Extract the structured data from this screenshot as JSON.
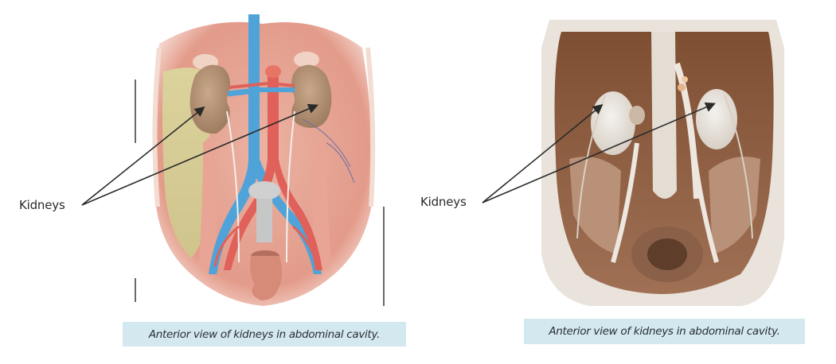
{
  "figures": [
    {
      "id": "illustration",
      "label": "Kidneys",
      "caption": "Anterior view of kidneys in abdominal cavity.",
      "image_description": "Medical illustration, anterior view of abdominal cavity showing kidneys, aorta, inferior vena cava and renal vessels",
      "colors": {
        "vein": "#4fa3d9",
        "artery": "#e0605a",
        "kidney": "#b89677",
        "muscle": "#e6a697",
        "fat": "#d6cc98"
      }
    },
    {
      "id": "cadaver-photo",
      "label": "Kidneys",
      "caption": "Anterior view of kidneys in abdominal cavity.",
      "image_description": "Cadaveric dissection photograph, anterior view of abdominal cavity showing kidneys",
      "colors": {
        "tissue": "#8a5b3c",
        "fascia": "#e8e2da",
        "kidney": "#ece7e1"
      }
    }
  ],
  "theme": {
    "caption_bg": "#d3e8ef",
    "text": "#2b2b2b",
    "arrow": "#2a2a2a"
  }
}
